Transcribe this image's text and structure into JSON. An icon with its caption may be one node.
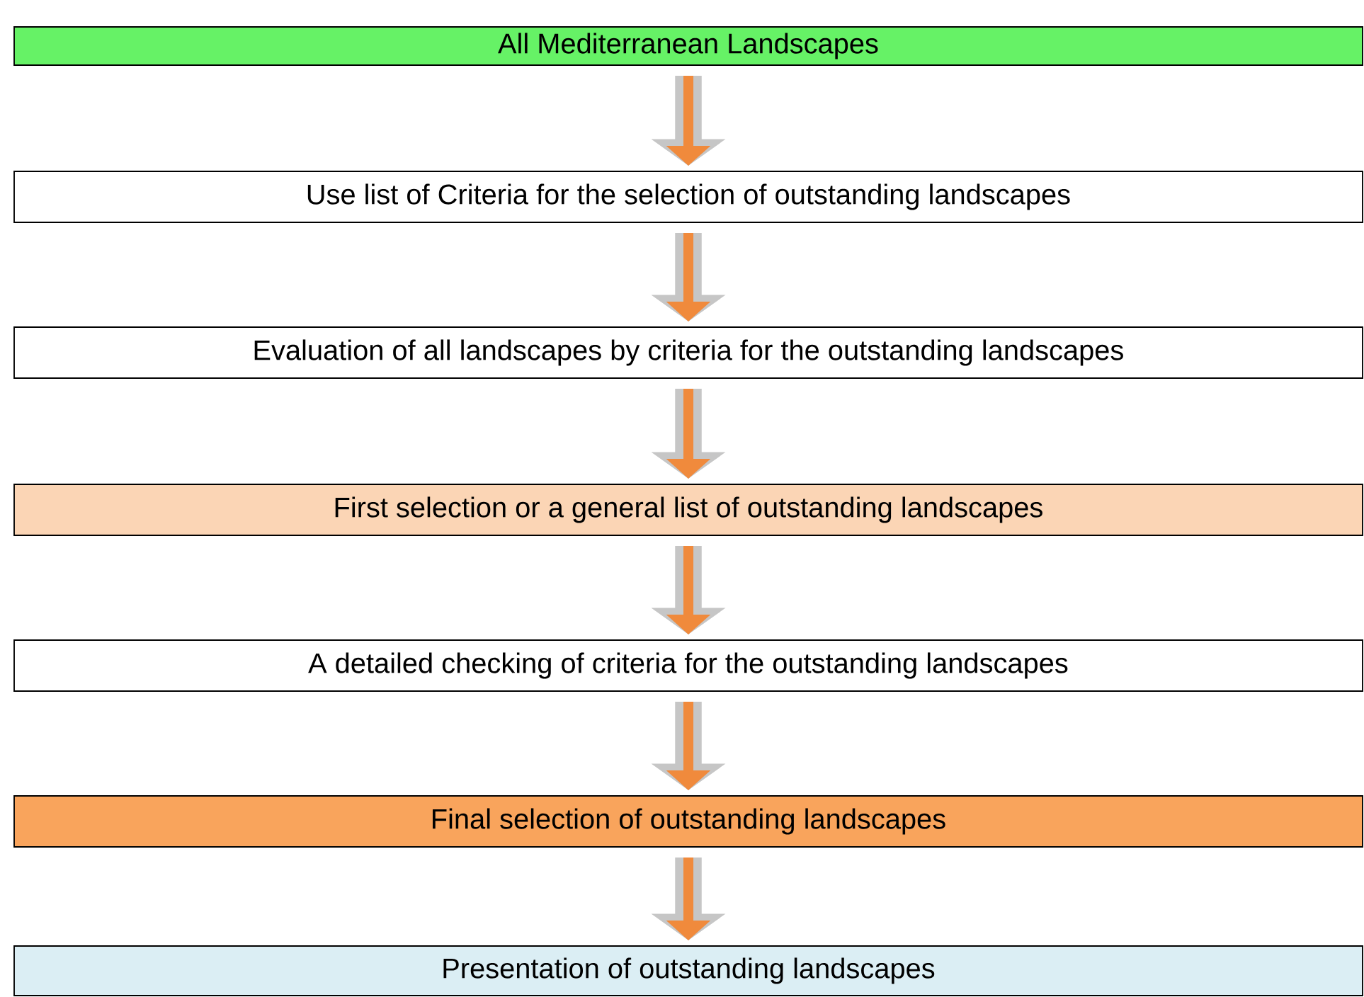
{
  "diagram": {
    "nodes": [
      {
        "text": [
          "All Mediterranean Landscapes"
        ]
      },
      {
        "text": [
          "Use list of Criteria for the selection of outstanding landscapes"
        ]
      },
      {
        "text": [
          "Evaluation of all landscapes by criteria for the outstanding landscapes"
        ]
      },
      {
        "text": [
          "First selection or a general list of outstanding landscapes"
        ]
      },
      {
        "text": [
          "A detailed checking of criteria for the outstanding landscapes"
        ]
      },
      {
        "text": [
          "Final selection of outstanding landscapes"
        ]
      },
      {
        "text": [
          "Presentation of outstanding landscapes"
        ]
      }
    ],
    "edges": [
      {
        "from": 0,
        "to": 1,
        "arrow": "to"
      },
      {
        "from": 1,
        "to": 2,
        "arrow": "to"
      },
      {
        "from": 2,
        "to": 3,
        "arrow": "to"
      },
      {
        "from": 3,
        "to": 4,
        "arrow": "to"
      },
      {
        "from": 4,
        "to": 5,
        "arrow": "to"
      },
      {
        "from": 5,
        "to": 6,
        "arrow": "to"
      }
    ]
  }
}
